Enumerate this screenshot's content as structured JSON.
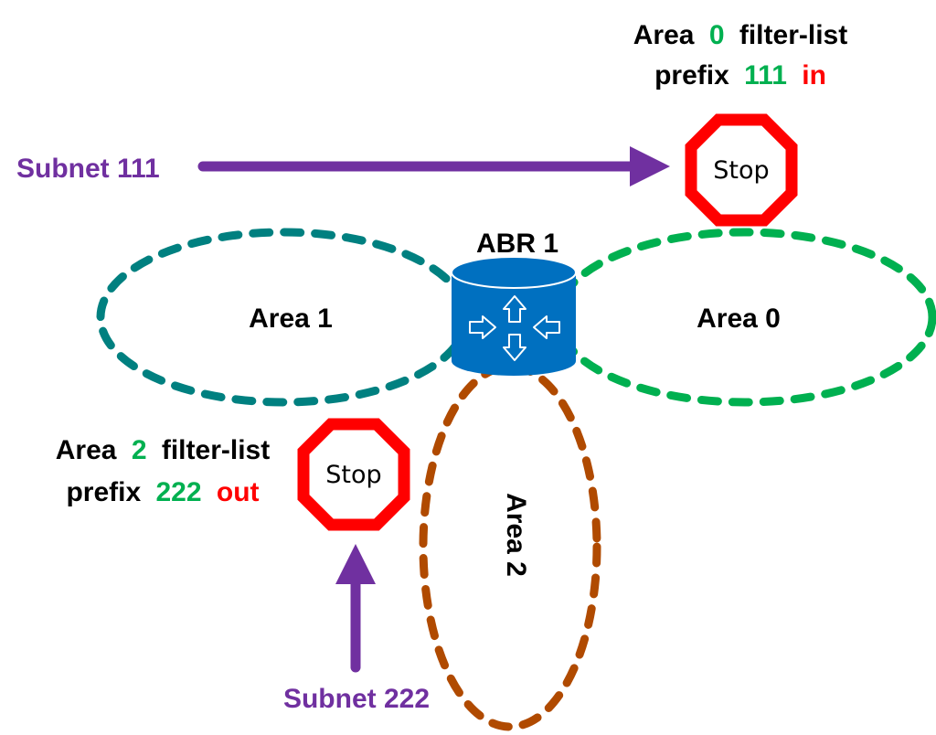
{
  "colors": {
    "area0": "#00B050",
    "area1": "#008080",
    "area2": "#B04A00",
    "router": "#0070C0",
    "stop": "#FF0000",
    "subnet": "#7030A0",
    "highlight_green": "#00B050",
    "highlight_red": "#FF0000",
    "text": "#000000"
  },
  "router": {
    "label": "ABR 1",
    "icon": "router-icon"
  },
  "areas": {
    "area0": {
      "label": "Area 0"
    },
    "area1": {
      "label": "Area 1"
    },
    "area2": {
      "label": "Area 2"
    }
  },
  "filter_top": {
    "line1": {
      "w1": "Area",
      "area": "0",
      "w2": "filter-list"
    },
    "line2": {
      "w1": "prefix",
      "prefix": "111",
      "dir": "in"
    }
  },
  "filter_bottom": {
    "line1": {
      "w1": "Area",
      "area": "2",
      "w2": "filter-list"
    },
    "line2": {
      "w1": "prefix",
      "prefix": "222",
      "dir": "out"
    }
  },
  "stop_signs": [
    {
      "label": "Stop"
    },
    {
      "label": "Stop"
    }
  ],
  "subnets": [
    {
      "label": "Subnet 111"
    },
    {
      "label": "Subnet 222"
    }
  ]
}
